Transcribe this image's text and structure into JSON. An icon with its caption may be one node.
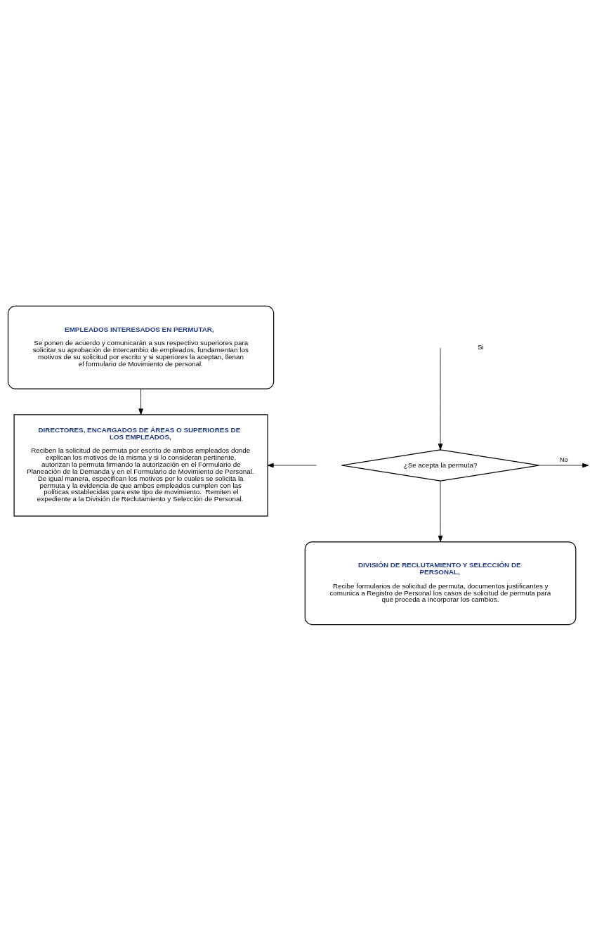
{
  "diagram": {
    "nodes": [
      {
        "text": [
          "EMPLEADOS INTERESADOS EN PERMUTAR,",
          "Se ponen de acuerdo y comunicarán a sus respectivo superiores para solicitar su aprobación de intercambio de empleados, fundamentan los motivos de su solicitud por escrito y si superiores la aceptan, llenan el formulario de Movimiento de personal."
        ]
      },
      {
        "text": [
          "DIRECTORES, ENCARGADOS DE ÁREAS O SUPERIORES DE LOS EMPLEADOS,",
          "Reciben la solicitud de permuta por escrito de ambos empleados donde explican los motivos de la misma y si lo consideran pertinente, autorizan la permuta firmando la autorización en el Formulario de Planeación de la Demanda y en el Formulario de Movimiento de Personal.  De igual manera, especifican los motivos por lo cuales se solicita la permuta y la evidencia de que ambos empleados cumplen con las políticas establecidas para este tipo de movimiento.  Remiten el expediente a la División de Reclutamiento y Selección de Personal."
        ]
      },
      {
        "text": [
          "¿Se acepta la permuta?"
        ]
      },
      {
        "text": [
          "DIVISIÓN DE RECLUTAMIENTO Y SELECCIÓN DE PERSONAL,",
          "Recibe formularios de solicitud de permuta, documentos justificantes y comunica a Registro de Personal los casos de solicitud de permuta para que proceda a incorporar los cambios."
        ]
      }
    ],
    "edges": [
      {
        "from": 0,
        "to": 1,
        "arrow": "to"
      },
      {
        "from": null,
        "to": 1,
        "arrow": "to"
      },
      {
        "from": null,
        "to": 2,
        "arrow": "to"
      },
      {
        "from": 2,
        "to": null,
        "label": "No",
        "arrow": "to"
      },
      {
        "from": 2,
        "to": 3,
        "arrow": "to"
      }
    ],
    "labels": [
      "Si"
    ]
  }
}
